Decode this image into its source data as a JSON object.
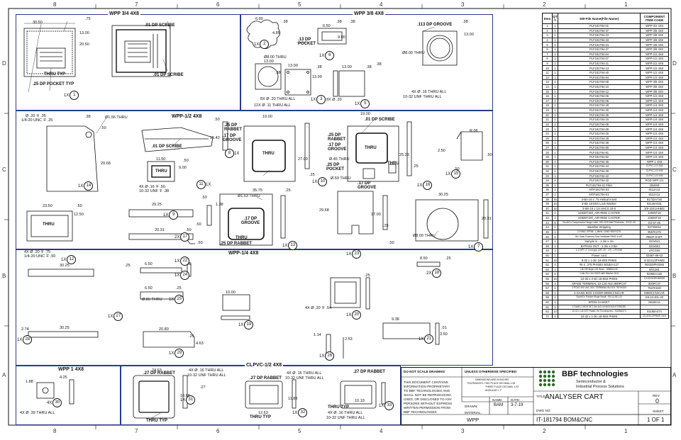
{
  "zones": {
    "top": [
      "8",
      "7",
      "6",
      "5",
      "4",
      "3",
      "2",
      "1"
    ],
    "side": [
      "D",
      "C",
      "B",
      "A"
    ]
  },
  "regions": {
    "wpp34": "WPP 3/4 4X8",
    "wpp38": "WPP 3/8 4X8",
    "wpp12": "WPP-1/2 4X8",
    "wpp14": "WPP-1/4 4X8",
    "wpp1": "WPP 1 4X8",
    "clpvc": "CLPVC-1/2 4X8"
  },
  "notes": {
    "dp01a": ".01 DP SCRIBE",
    "dp01b": ".01 DP SCRIBE",
    "thru_typ": "THRU TYP",
    "pocket25": ".25 DP POCKET TYP",
    "pocket13": ".13 DP POCKET",
    "groove113": ".113 DP GROOVE",
    "dia800a": "Ø8.00 THRU",
    "dia800b": "Ø8.00 THRU",
    "dia800c": "Ø8.00 THRU",
    "dia800d": "Ø8.00 THRU",
    "h20": "8X Ø .20 THRU ALL",
    "h11": "12X Ø .11 THRU ALL",
    "h16a": "4X Ø .16 THRU ALL",
    "h16a2": "10-32 UNF THRU ALL",
    "h20b": "8X Ø .20",
    "dp01c": ".01 DP SCRIBE",
    "holeA1": "Ø .20 ∓ .35",
    "holeA2": "1/4-20 UNC ∓ .25",
    "thru156": "Ø1.56 THRU",
    "dp01d": ".01 DP SCRIBE",
    "thru": "THRU",
    "h16b": "4X Ø .16 ∓ .50",
    "h16b2": "10-32 UNF ∓ .38",
    "rab25": ".25 DP RABBET",
    "groove17": ".17 DP GROOVE",
    "rab25b": ".25 DP RABBET",
    "groove17b": ".17 DP GROOVE",
    "dp01e": ".01 DP SCRIBE",
    "d045": "Ø.45 THRU",
    "pocket25b": ".25 DP POCKET",
    "d059": "Ø.59 THRU",
    "groove17c": ".17 DP GROOVE",
    "r06": "R.06",
    "h20c": "4X Ø .20 ∓ .75",
    "h20c2": "1/4-20 UNC ∓ .50",
    "dia153": "Ø1.53 THRU",
    "groove17d": ".17 DP GROOVE",
    "thru2": "THRU",
    "rab25c": ".25 DP RABBET",
    "dia85": "Ø.85 THRU",
    "h20d": "4X Ø .20 ∓ .54",
    "h39": "4X Ø .39 THRU ALL",
    "rab27a": ".27 DP RABBET",
    "h16c": "4X Ø .16 THRU ALL",
    "h16c2": "10-32 UNF THRU ALL",
    "thru_typ2": "THRU TYP",
    "rab27b": ".27 DP RABBET",
    "h16d": "4X Ø .16 THRU ALL",
    "h16d2": "10-32 UNF THRU ALL",
    "thru_typ3": "THRU TYP",
    "rab27c": ".27 DP RABBET",
    "thru_typ4": "THRU TYP",
    "h16e": "4X Ø .16 THRU ALL",
    "h16e2": "10-32 UNF THRU ALL",
    "thru3": "THRU",
    "thru4": "THRU",
    "thru5": "THRU"
  },
  "dims": {
    "d3050a": "30.50",
    "d75": ".75",
    "d1300a": "13.00",
    "d2050": "20.50",
    "d600": "6.00",
    "d485": "4.85",
    "d38a": ".38",
    "d650": "6.50",
    "d38b": ".38",
    "d900a": "9.00",
    "d38c": ".38",
    "d1300b": "13.00",
    "d1300c": "13.00",
    "d38d": ".38",
    "d1300d": "13.00",
    "d38e": ".38",
    "d1300e": "13.00",
    "d38f": ".38",
    "d38g": ".38",
    "d1300f": "13.00",
    "d38h": ".38",
    "d38i": ".38",
    "d50a": ".50",
    "d2968a": "29.68",
    "d50b": ".50",
    "d1542": "15.42",
    "d1150": "11.50",
    "d900b": "9.00",
    "d50c": ".50",
    "d1900a": "19.00",
    "d1900b": "19.00",
    "d2700": "27.00",
    "d2523": "25.23",
    "d25a": ".25",
    "d25b": ".25",
    "d250": "2.50",
    "d50d": ".50",
    "d50e": ".50",
    "d2350": "23.50",
    "d1250": "12.50",
    "d50f": ".50",
    "d2925": "29.25",
    "d50g": ".50",
    "d138": "1.38",
    "d50h": ".50",
    "d50i": ".50",
    "d2031a": "20.31",
    "d50j": ".50",
    "d3575": "35.75",
    "d25c": ".25",
    "d2968b": "29.68",
    "d1700": "17.00",
    "d25d": ".25",
    "d50k": ".50",
    "d3025a": "30.25",
    "d2031b": "20.31",
    "d3025b": "30.25",
    "d25e": ".25",
    "d650b": "6.50",
    "d25f": ".25",
    "d650c": "6.50",
    "d25g": ".25",
    "d2080": "20.80",
    "d463": "4.63",
    "d25h": ".25",
    "d3025c": "30.25",
    "d274": "2.74",
    "d1000": "10.00",
    "d25i": ".25",
    "d114": "1.14",
    "d253": "2.53",
    "d850": "8.50",
    "d25j": ".25",
    "d938": "9.38",
    "d01": ".01",
    "d350": "3.50",
    "d188": "1.88",
    "d425": "4.25",
    "d2463": "24.63",
    "d1988": "19.88",
    "d27": ".27",
    "d1188": "11.88",
    "d1263": "12.63",
    "d1019": "10.19"
  },
  "balloons": {
    "b1": "1X",
    "b2": "1X",
    "b3": "1X",
    "b4": "1X",
    "b5": "1X",
    "b6": "1X",
    "b7": "1X",
    "b8": "1X",
    "b9": "1X",
    "b10": "1X",
    "b11": "1X",
    "b12": "1X",
    "b13": "1X",
    "b14": "1X",
    "b15": "1X",
    "b16": "1X",
    "b17": "2X",
    "b18": "2X",
    "b19": "1X",
    "b20": "1X",
    "b21": "1X",
    "b22": "1X",
    "b23": "1X",
    "b24": "1X",
    "b25": "1X",
    "b26": "1X",
    "b27": "1X",
    "b28": "1X",
    "b29": "1X",
    "b30": "4X",
    "b31": "1X",
    "b32": "1X",
    "b33": "1X"
  },
  "bom_headers": [
    "Item",
    "QT Y",
    "SW-File Name(File Name)",
    "COMPONENT ITEM CODE"
  ],
  "bom_rows": [
    [
      "1",
      "1",
      "PLF181794-01",
      "WPP 3/4 4X8"
    ],
    [
      "2",
      "1",
      "PLF181794-37",
      "WPP 3/8 4X8"
    ],
    [
      "3",
      "1",
      "PLF181794-23",
      "WPP 3/8 4X8"
    ],
    [
      "4",
      "1",
      "PLF181794-33",
      "WPP 3/8 4X8"
    ],
    [
      "5",
      "1",
      "PLF181794-24",
      "WPP 3/8 4X8"
    ],
    [
      "6",
      "1",
      "PLF181794-27",
      "WPP 3/8 4X8"
    ],
    [
      "7",
      "1",
      "PLF181794-04",
      "WPP-1/2 4X8"
    ],
    [
      "8",
      "1",
      "PLF181794-07",
      "WPP-1/2 4X8"
    ],
    [
      "9",
      "1",
      "PLF181794-21",
      "WPP-1/2 4X8"
    ],
    [
      "10",
      "1",
      "PLF181794-13",
      "WPP-1/2 4X8"
    ],
    [
      "11",
      "1",
      "PLF181794-40",
      "WPP-1/2 4X8"
    ],
    [
      "12",
      "1",
      "PLF181794-84",
      "WPP-1/2 4X8"
    ],
    [
      "13",
      "1",
      "PLF181794-08",
      "WPP 3/8 4X8"
    ],
    [
      "14",
      "1",
      "PLF181794-10",
      "WPP 3/8 4X8"
    ],
    [
      "15",
      "1",
      "PLF181794-12",
      "WPP 3/8 4X8"
    ],
    [
      "16",
      "1",
      "PLF181794-06",
      "WPP-1/2 4X8"
    ],
    [
      "17",
      "2",
      "PLF181794-05",
      "WPP-1/2 4X8"
    ],
    [
      "18",
      "2",
      "PLF181794-28",
      "WPP-1/4 4X8"
    ],
    [
      "19",
      "1",
      "PLF181794-30",
      "WPP-1/4 4X8"
    ],
    [
      "20",
      "1",
      "PLF181794-35",
      "WPP-1/4 4X8"
    ],
    [
      "21",
      "1",
      "PLF181794-16",
      "WPP-1/4 4X8"
    ],
    [
      "22",
      "2",
      "PLF181794-06",
      "WPP-1/4 4X8"
    ],
    [
      "23",
      "1",
      "PLF181794-09",
      "WPP-1/4 4X8"
    ],
    [
      "24",
      "1",
      "PLF181794-26",
      "WPP-1/4 4X8"
    ],
    [
      "25",
      "1",
      "PLF181794-39",
      "WPP-1/4 4X8"
    ],
    [
      "26",
      "1",
      "PLF181794-38",
      "WPP-1/4 4X8"
    ],
    [
      "27",
      "1",
      "PLF181794-80",
      "WPP-1/4 4X8"
    ],
    [
      "28",
      "1",
      "PLF181794-81",
      "WPP-1/4 4X8"
    ],
    [
      "29",
      "1",
      "PLF181794-82",
      "WPP-1/4 4X8"
    ],
    [
      "30",
      "4",
      "PLF181794-36",
      "WPP 1 4X8"
    ],
    [
      "31",
      "1",
      "PLF181794-34",
      "CLPVC-1/2 4X8"
    ],
    [
      "32",
      "1",
      "PLF181794-38",
      "CLPVC-1/2 4X8"
    ],
    [
      "33",
      "1",
      "PLF181794-42",
      "CLPVC-1/2 4X8"
    ],
    [
      "34",
      "2",
      "PLF181794-32",
      "ROD NPP-1/2"
    ],
    [
      "35",
      "1",
      "PLF181794-41 Filter",
      "20x9X8"
    ],
    [
      "36",
      "1",
      "MTP181794-02",
      "8112A12"
    ],
    [
      "37",
      "1",
      "MTP181794-01",
      "8112A12"
    ],
    [
      "38",
      "16",
      "3-8in-16 x .75 Helical Insert",
      "91732A746"
    ],
    [
      "39",
      "16",
      "3-8in 18-8SS Lock Washer",
      "92146A031"
    ],
    [
      "40",
      "16",
      "3-8in-16 x 1in HHCS 18-8",
      "3/8-16X1HHMS"
    ],
    [
      "41",
      "2",
      "22925T180_AIR-RIDE CASTER",
      "22925T18"
    ],
    [
      "42",
      "2",
      "22925T190_AIR-RIDE CASTER",
      "22925T19"
    ],
    [
      "43",
      "6",
      "SouthCo Compression Hinge Latch .500-.625 Wall Thickness - E3-57-45",
      "E3-57-45"
    ],
    [
      "44",
      "1",
      "Weather Stripping",
      "93725K54"
    ],
    [
      "45",
      "1",
      "O-RING, EPDM, 1_8thW, 11IND 9557K275",
      "9557K275"
    ],
    [
      "46",
      "1",
      "Bin Solar Powered Roof Ventilator RBSF-8-WT",
      "RBSF-8-WT"
    ],
    [
      "47",
      "1",
      "Sample in - 1-3in x 3in",
      "322x541"
    ],
    [
      "48",
      "1",
      "BYPASS OUT - 1-3in x 2.5in",
      "322x561"
    ],
    [
      "49",
      "3",
      "1-2 NPT LT Cord grip (CR .20 - .47) - LPCG50",
      "LPCG50"
    ],
    [
      "50",
      "1",
      "Power cord",
      "02587-88-02"
    ],
    [
      "51",
      "19",
      "8-32 x 1-3in 18-8SS PHMS",
      "8-32X1/2PHMS"
    ],
    [
      "52",
      "4",
      "#6 X .375 PHSMS 90184A127",
      "#6X3/8PHSMS"
    ],
    [
      "53",
      "1",
      "Lift Off Hinge Left Hand - 1858SA130",
      "9/01381"
    ],
    [
      "54",
      "4",
      "1-4in-20 x 1in HHCS with Washer 18-8",
      "92800A130"
    ],
    [
      "55",
      "16",
      "10-32 x 3-4in 18-8SS PHMS",
      "10-32X3/4PHMSSS"
    ],
    [
      "56",
      "3",
      "SPADE TERMINAL 10-12G Non 800PC37",
      "800PC37"
    ],
    [
      "57",
      "1",
      "3 POLE 300 VAC-VDC TERMINAL BLOCK 7527K630",
      "7527K630"
    ],
    [
      "58",
      "1",
      "2 GANG BOX COVER E980CCNrCAR",
      "E980CCNrCAR"
    ],
    [
      "59",
      "2",
      "SouthCo Friction Hinge Small - E6-10-301-20",
      "E6-10-301-20"
    ],
    [
      "60",
      "1",
      "EPDM GASKET",
      "9616K14"
    ],
    [
      "61",
      "1",
      "2 GANG 1 BOX 3X 1-3in 4x3-4 KNOCKOUT E982DE",
      ""
    ],
    [
      "62",
      "13",
      "10-32 x 3-8 SST Plastic Hd Thumbscrew - 91185A374",
      "91185A374"
    ],
    [
      "71",
      "4",
      "10-32 x 1-2in 18-8SS PHMS",
      "10-32X1/2PHMS 18-8"
    ]
  ],
  "title_block": {
    "do_not_scale": "DO NOT SCALE DRAWING",
    "unless": "UNLESS OTHERWISE SPECIFIED",
    "tol1": "DIMENSIONS ARE IN INCHES",
    "tol2": "TOLERANCES:  TWO PLACE DECIMAL ±.06",
    "tol3": "THREE PLACE DECIMAL ±.03",
    "tol4": "ANGULAR ± 1°",
    "prop1": "THIS DOCUMENT CONTAINS",
    "prop2": "INFORMATION PROPRIETARY",
    "prop3": "TO BBF TECHNOLOGIES AND",
    "prop4": "SHALL NOT BE REPRODUCED,",
    "prop5": "USED, OR DISCLOSED TO ANY",
    "prop6": "PERSONS WITHOUT EXPRESS",
    "prop7": "WRITTEN PERMISSION FROM",
    "prop8": "BBF TECHNOLOGIES",
    "name_lbl": "NAME:",
    "date_lbl": "DATE:",
    "drawn_lbl": "DRAWN:",
    "drawn_name": "BAM",
    "drawn_date": "3-7-19",
    "material_lbl": "MATERIAL:",
    "material": "WPP",
    "company": "BBF technologies",
    "company_sub1": "Semiconductor &",
    "company_sub2": "Industrial Process Solutions",
    "title_lbl": "TITLE:",
    "title": "ANALYSER CART",
    "rev_lbl": "REV:",
    "rev": "0",
    "dwg_lbl": "DWG NO:",
    "dwg": "IT-181794 BOM&CNC",
    "sheet_lbl": "SHEET:",
    "sheet": "1 OF 1"
  }
}
